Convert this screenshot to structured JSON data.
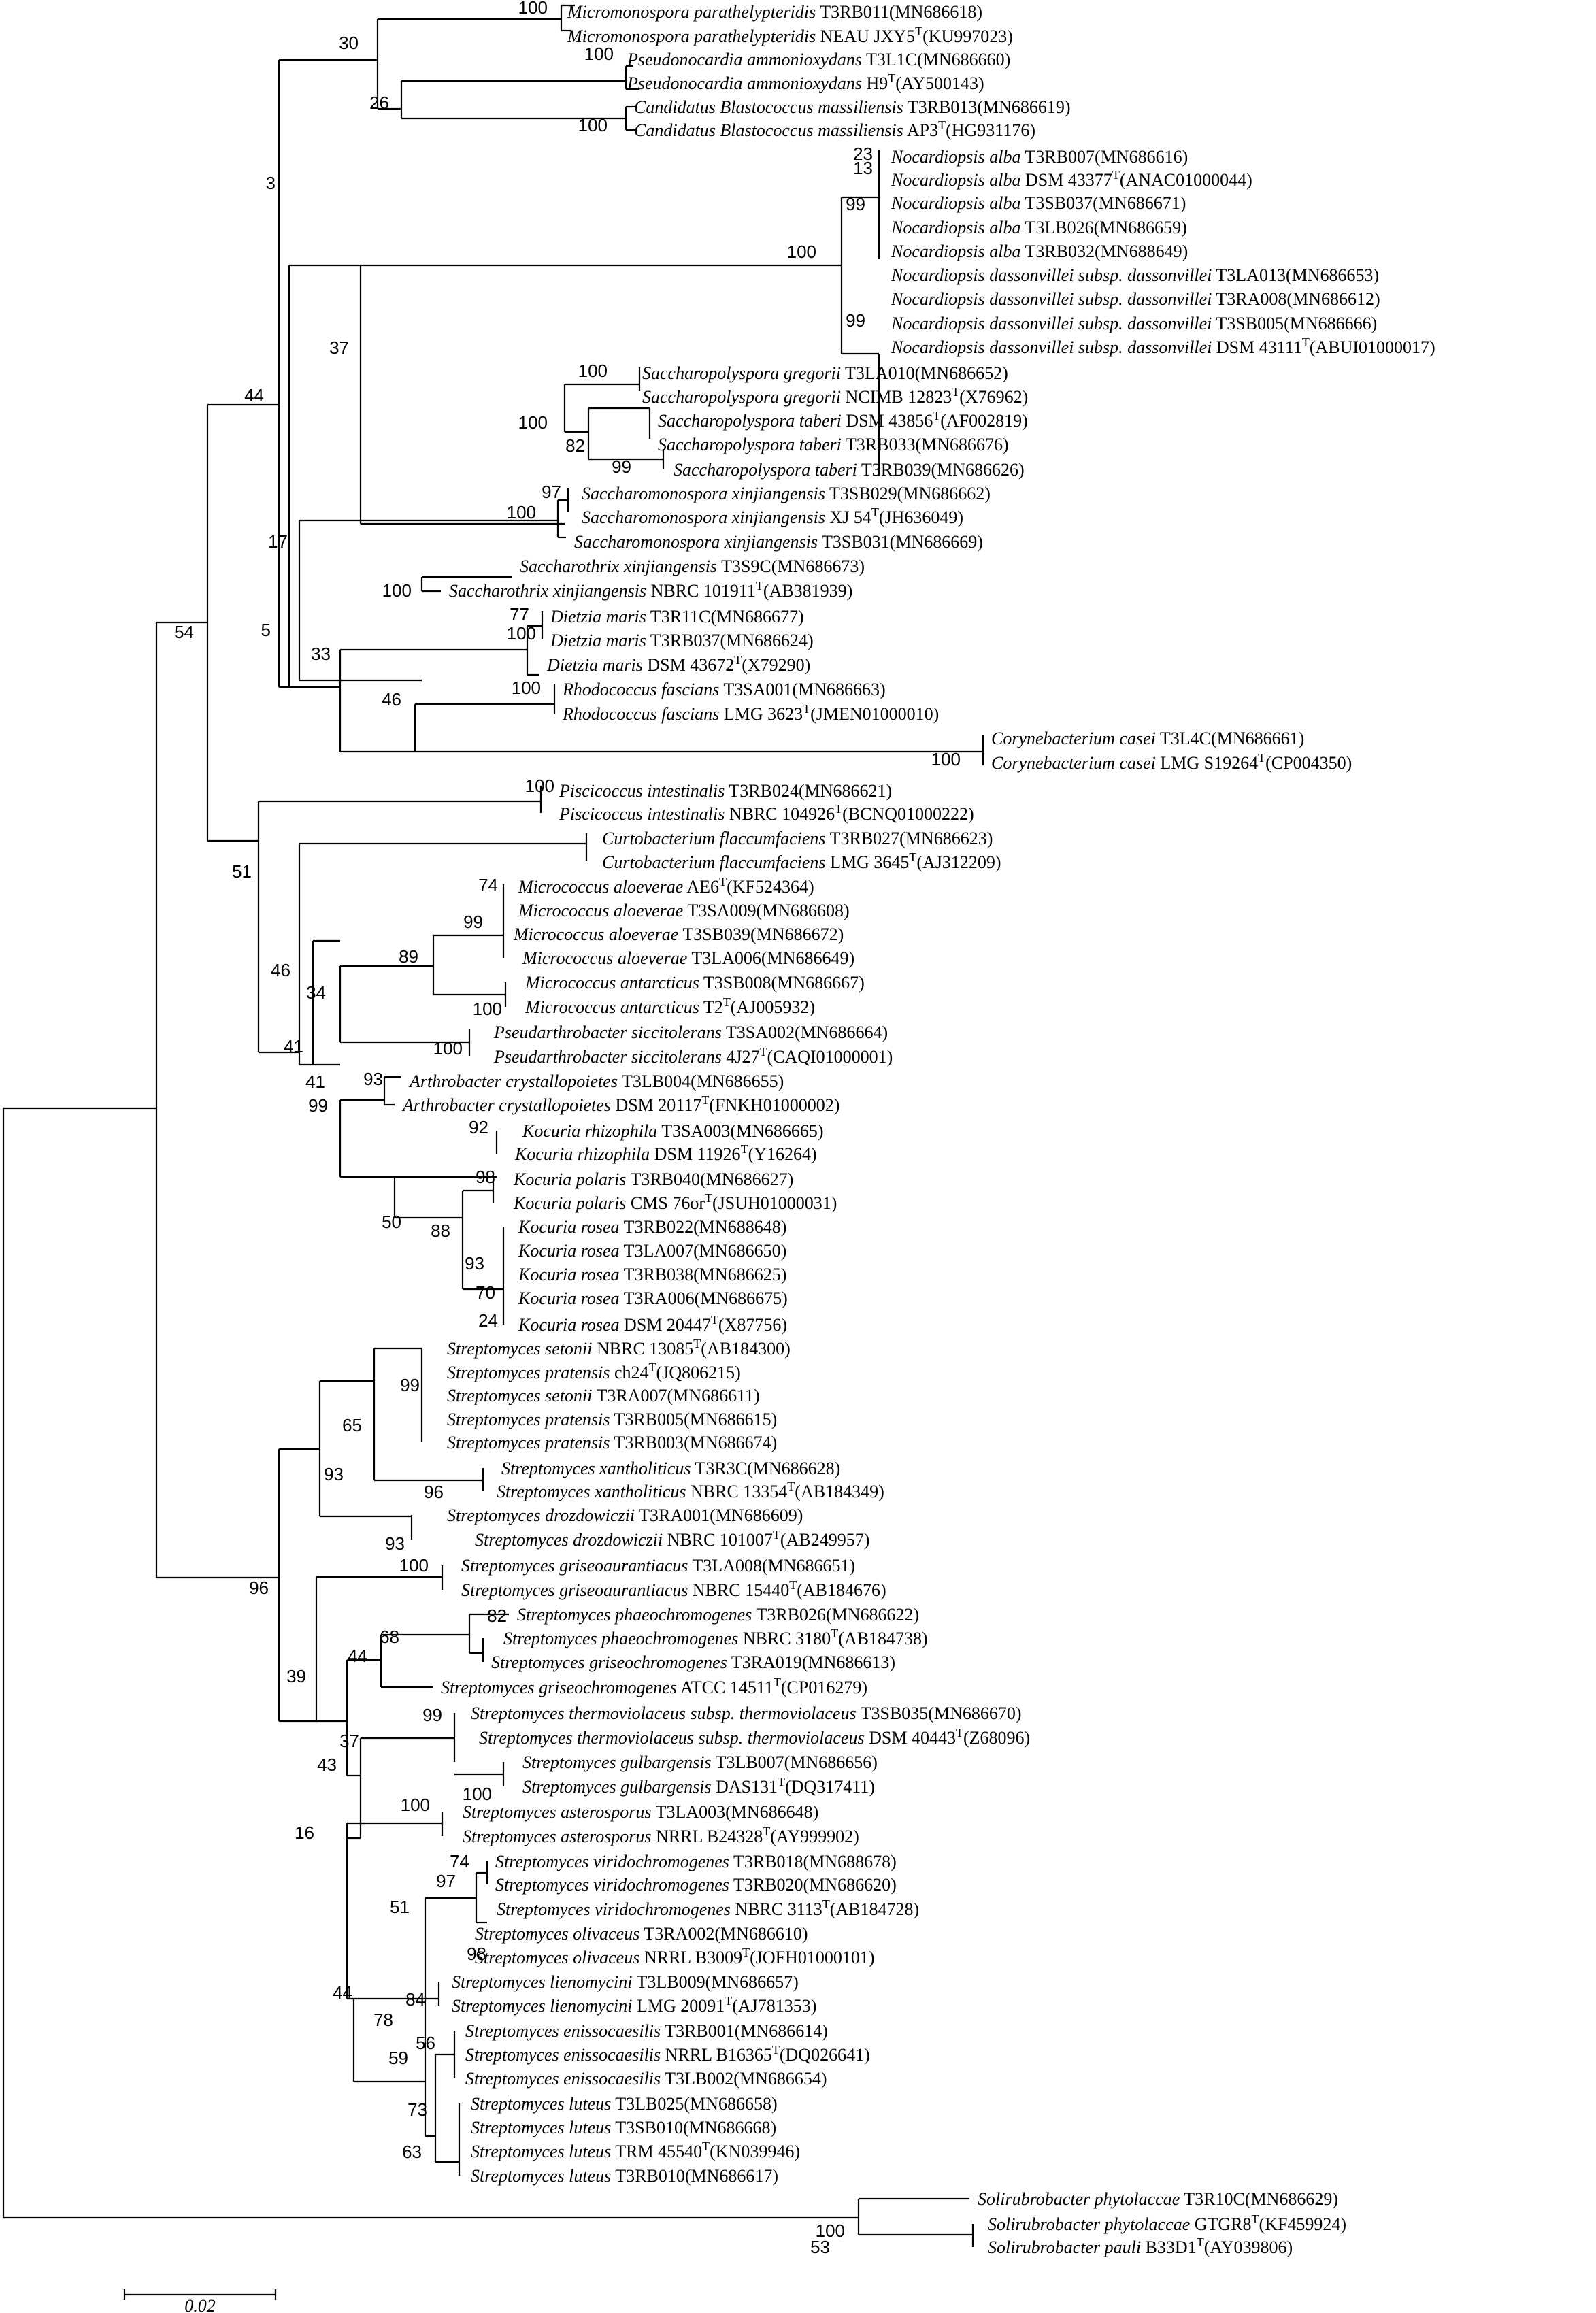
{
  "colors": {
    "line": "#000000",
    "background": "#ffffff"
  },
  "tree": {
    "leaves": [
      [
        "Micromonospora parathelypteridis",
        " T3RB011(MN686618)",
        ""
      ],
      [
        "Micromonospora parathelypteridis",
        " NEAU JXY5",
        "(KU997023)"
      ],
      [
        "Pseudonocardia ammonioxydans",
        " T3L1C(MN686660)",
        ""
      ],
      [
        "Pseudonocardia ammonioxydans",
        " H9",
        "(AY500143)"
      ],
      [
        "Candidatus Blastococcus massiliensis",
        " T3RB013(MN686619)",
        ""
      ],
      [
        "Candidatus Blastococcus massiliensis",
        " AP3",
        "(HG931176)"
      ],
      [
        "Nocardiopsis alba",
        "  T3RB007(MN686616)",
        ""
      ],
      [
        "Nocardiopsis alba",
        "  DSM 43377",
        "(ANAC01000044)"
      ],
      [
        "Nocardiopsis alba",
        " T3SB037(MN686671)",
        ""
      ],
      [
        "Nocardiopsis alba",
        " T3LB026(MN686659)",
        ""
      ],
      [
        "Nocardiopsis alba",
        " T3RB032(MN688649)",
        ""
      ],
      [
        "Nocardiopsis dassonvillei subsp. dassonvillei",
        " T3LA013(MN686653)",
        ""
      ],
      [
        "Nocardiopsis dassonvillei subsp. dassonvillei",
        " T3RA008(MN686612)",
        ""
      ],
      [
        "Nocardiopsis dassonvillei subsp. dassonvillei",
        " T3SB005(MN686666)",
        ""
      ],
      [
        "Nocardiopsis dassonvillei subsp. dassonvillei",
        " DSM 43111",
        "(ABUI01000017)"
      ],
      [
        "Saccharopolyspora gregorii",
        " T3LA010(MN686652)",
        ""
      ],
      [
        "Saccharopolyspora gregorii",
        " NCIMB 12823",
        "(X76962)"
      ],
      [
        "Saccharopolyspora taberi",
        " DSM 43856",
        "(AF002819)"
      ],
      [
        "Saccharopolyspora taberi",
        " T3RB033(MN686676)",
        ""
      ],
      [
        "Saccharopolyspora taberi",
        " T3RB039(MN686626)",
        ""
      ],
      [
        "Saccharomonospora xinjiangensis",
        " T3SB029(MN686662)",
        ""
      ],
      [
        "Saccharomonospora xinjiangensis",
        " XJ 54",
        "(JH636049)"
      ],
      [
        "Saccharomonospora xinjiangensis",
        " T3SB031(MN686669)",
        ""
      ],
      [
        "Saccharothrix xinjiangensis",
        " T3S9C(MN686673)",
        ""
      ],
      [
        "Saccharothrix xinjiangensis",
        " NBRC 101911",
        "(AB381939)"
      ],
      [
        "Dietzia maris",
        " T3R11C(MN686677)",
        ""
      ],
      [
        "Dietzia maris",
        " T3RB037(MN686624)",
        ""
      ],
      [
        "Dietzia maris",
        " DSM 43672",
        "(X79290)"
      ],
      [
        "Rhodococcus fascians",
        " T3SA001(MN686663)",
        ""
      ],
      [
        "Rhodococcus fascians",
        " LMG 3623",
        "(JMEN01000010)"
      ],
      [
        "Corynebacterium casei",
        " T3L4C(MN686661)",
        ""
      ],
      [
        "Corynebacterium casei",
        " LMG S19264",
        "(CP004350)"
      ],
      [
        "Piscicoccus intestinalis",
        " T3RB024(MN686621)",
        ""
      ],
      [
        "Piscicoccus intestinalis",
        " NBRC 104926",
        "(BCNQ01000222)"
      ],
      [
        "Curtobacterium flaccumfaciens",
        " T3RB027(MN686623)",
        ""
      ],
      [
        "Curtobacterium flaccumfaciens",
        " LMG 3645",
        "(AJ312209)"
      ],
      [
        "Micrococcus aloeverae",
        " AE6",
        "(KF524364)"
      ],
      [
        "Micrococcus aloeverae",
        " T3SA009(MN686608)",
        ""
      ],
      [
        "Micrococcus aloeverae",
        " T3SB039(MN686672)",
        ""
      ],
      [
        "Micrococcus aloeverae",
        " T3LA006(MN686649)",
        ""
      ],
      [
        "Micrococcus antarcticus",
        " T3SB008(MN686667)",
        ""
      ],
      [
        "Micrococcus antarcticus",
        " T2",
        "(AJ005932)"
      ],
      [
        "Pseudarthrobacter siccitolerans",
        " T3SA002(MN686664)",
        ""
      ],
      [
        "Pseudarthrobacter siccitolerans",
        " 4J27",
        "(CAQI01000001)"
      ],
      [
        "Arthrobacter crystallopoietes",
        " T3LB004(MN686655)",
        ""
      ],
      [
        "Arthrobacter crystallopoietes",
        " DSM 20117",
        "(FNKH01000002)"
      ],
      [
        "Kocuria rhizophila",
        " T3SA003(MN686665)",
        ""
      ],
      [
        "Kocuria rhizophila",
        " DSM 11926",
        "(Y16264)"
      ],
      [
        "Kocuria polaris",
        " T3RB040(MN686627)",
        ""
      ],
      [
        "Kocuria polaris",
        " CMS 76or",
        "(JSUH01000031)"
      ],
      [
        "Kocuria rosea",
        " T3RB022(MN688648)",
        ""
      ],
      [
        "Kocuria rosea",
        " T3LA007(MN686650)",
        ""
      ],
      [
        "Kocuria rosea",
        " T3RB038(MN686625)",
        ""
      ],
      [
        "Kocuria rosea",
        " T3RA006(MN686675)",
        ""
      ],
      [
        "Kocuria rosea",
        " DSM 20447",
        "(X87756)"
      ],
      [
        "Streptomyces setonii",
        " NBRC 13085",
        "(AB184300)"
      ],
      [
        "Streptomyces pratensis",
        " ch24",
        "(JQ806215)"
      ],
      [
        "Streptomyces setonii",
        " T3RA007(MN686611)",
        ""
      ],
      [
        "Streptomyces pratensis",
        " T3RB005(MN686615)",
        ""
      ],
      [
        "Streptomyces pratensis",
        " T3RB003(MN686674)",
        ""
      ],
      [
        "Streptomyces xantholiticus",
        " T3R3C(MN686628)",
        ""
      ],
      [
        "Streptomyces xantholiticus",
        " NBRC 13354",
        "(AB184349)"
      ],
      [
        "Streptomyces drozdowiczii",
        " T3RA001(MN686609)",
        ""
      ],
      [
        "Streptomyces drozdowiczii",
        " NBRC 101007",
        "(AB249957)"
      ],
      [
        "Streptomyces griseoaurantiacus",
        " T3LA008(MN686651)",
        ""
      ],
      [
        "Streptomyces griseoaurantiacus",
        " NBRC 15440",
        "(AB184676)"
      ],
      [
        "Streptomyces phaeochromogenes",
        " T3RB026(MN686622)",
        ""
      ],
      [
        "Streptomyces phaeochromogenes",
        " NBRC 3180",
        "(AB184738)"
      ],
      [
        "Streptomyces griseochromogenes",
        " T3RA019(MN686613)",
        ""
      ],
      [
        "Streptomyces griseochromogenes",
        " ATCC 14511",
        "(CP016279)"
      ],
      [
        "Streptomyces thermoviolaceus subsp. thermoviolaceus",
        " T3SB035(MN686670)",
        ""
      ],
      [
        "Streptomyces thermoviolaceus subsp. thermoviolaceus",
        " DSM 40443",
        "(Z68096)"
      ],
      [
        "Streptomyces gulbargensis",
        " T3LB007(MN686656)",
        ""
      ],
      [
        "Streptomyces gulbargensis",
        " DAS131",
        "(DQ317411)"
      ],
      [
        "Streptomyces asterosporus",
        " T3LA003(MN686648)",
        ""
      ],
      [
        "Streptomyces asterosporus",
        " NRRL B24328",
        "(AY999902)"
      ],
      [
        "Streptomyces viridochromogenes",
        " T3RB018(MN688678)",
        ""
      ],
      [
        "Streptomyces viridochromogenes",
        " T3RB020(MN686620)",
        ""
      ],
      [
        "Streptomyces viridochromogenes",
        " NBRC 3113",
        "(AB184728)"
      ],
      [
        "Streptomyces olivaceus",
        " T3RA002(MN686610)",
        ""
      ],
      [
        "Streptomyces olivaceus",
        " NRRL B3009",
        "(JOFH01000101)"
      ],
      [
        "Streptomyces lienomycini",
        " T3LB009(MN686657)",
        ""
      ],
      [
        "Streptomyces lienomycini",
        " LMG 20091",
        "(AJ781353)"
      ],
      [
        "Streptomyces enissocaesilis",
        " T3RB001(MN686614)",
        ""
      ],
      [
        "Streptomyces enissocaesilis",
        " NRRL B16365",
        "(DQ026641)"
      ],
      [
        "Streptomyces enissocaesilis",
        " T3LB002(MN686654)",
        ""
      ],
      [
        "Streptomyces luteus",
        " T3LB025(MN686658)",
        ""
      ],
      [
        "Streptomyces luteus",
        " T3SB010(MN686668)",
        ""
      ],
      [
        "Streptomyces luteus",
        " TRM 45540",
        "(KN039946)"
      ],
      [
        "Streptomyces luteus",
        " T3RB010(MN686617)",
        ""
      ],
      [
        "Solirubrobacter phytolaccae",
        " T3R10C(MN686629)",
        ""
      ],
      [
        "Solirubrobacter phytolaccae",
        " GTGR8",
        "(KF459924)"
      ],
      [
        "Solirubrobacter pauli",
        " B33D1",
        "(AY039806)"
      ]
    ],
    "type_strain_mark": "T",
    "bootstrap": [
      "100",
      "30",
      "100",
      "26",
      "100",
      "3",
      "23",
      "13",
      "99",
      "100",
      "99",
      "37",
      "100",
      "100",
      "82",
      "99",
      "44",
      "97",
      "100",
      "17",
      "100",
      "5",
      "77",
      "100",
      "33",
      "100",
      "46",
      "54",
      "100",
      "100",
      "51",
      "46",
      "41",
      "74",
      "99",
      "89",
      "100",
      "34",
      "100",
      "41",
      "93",
      "99",
      "50",
      "92",
      "98",
      "88",
      "93",
      "70",
      "24",
      "99",
      "65",
      "93",
      "96",
      "93",
      "100",
      "96",
      "82",
      "68",
      "44",
      "39",
      "99",
      "37",
      "43",
      "100",
      "16",
      "100",
      "74",
      "97",
      "51",
      "98",
      "44",
      "84",
      "78",
      "59",
      "56",
      "73",
      "63",
      "100",
      "53"
    ],
    "scale_bar": "0.02"
  }
}
